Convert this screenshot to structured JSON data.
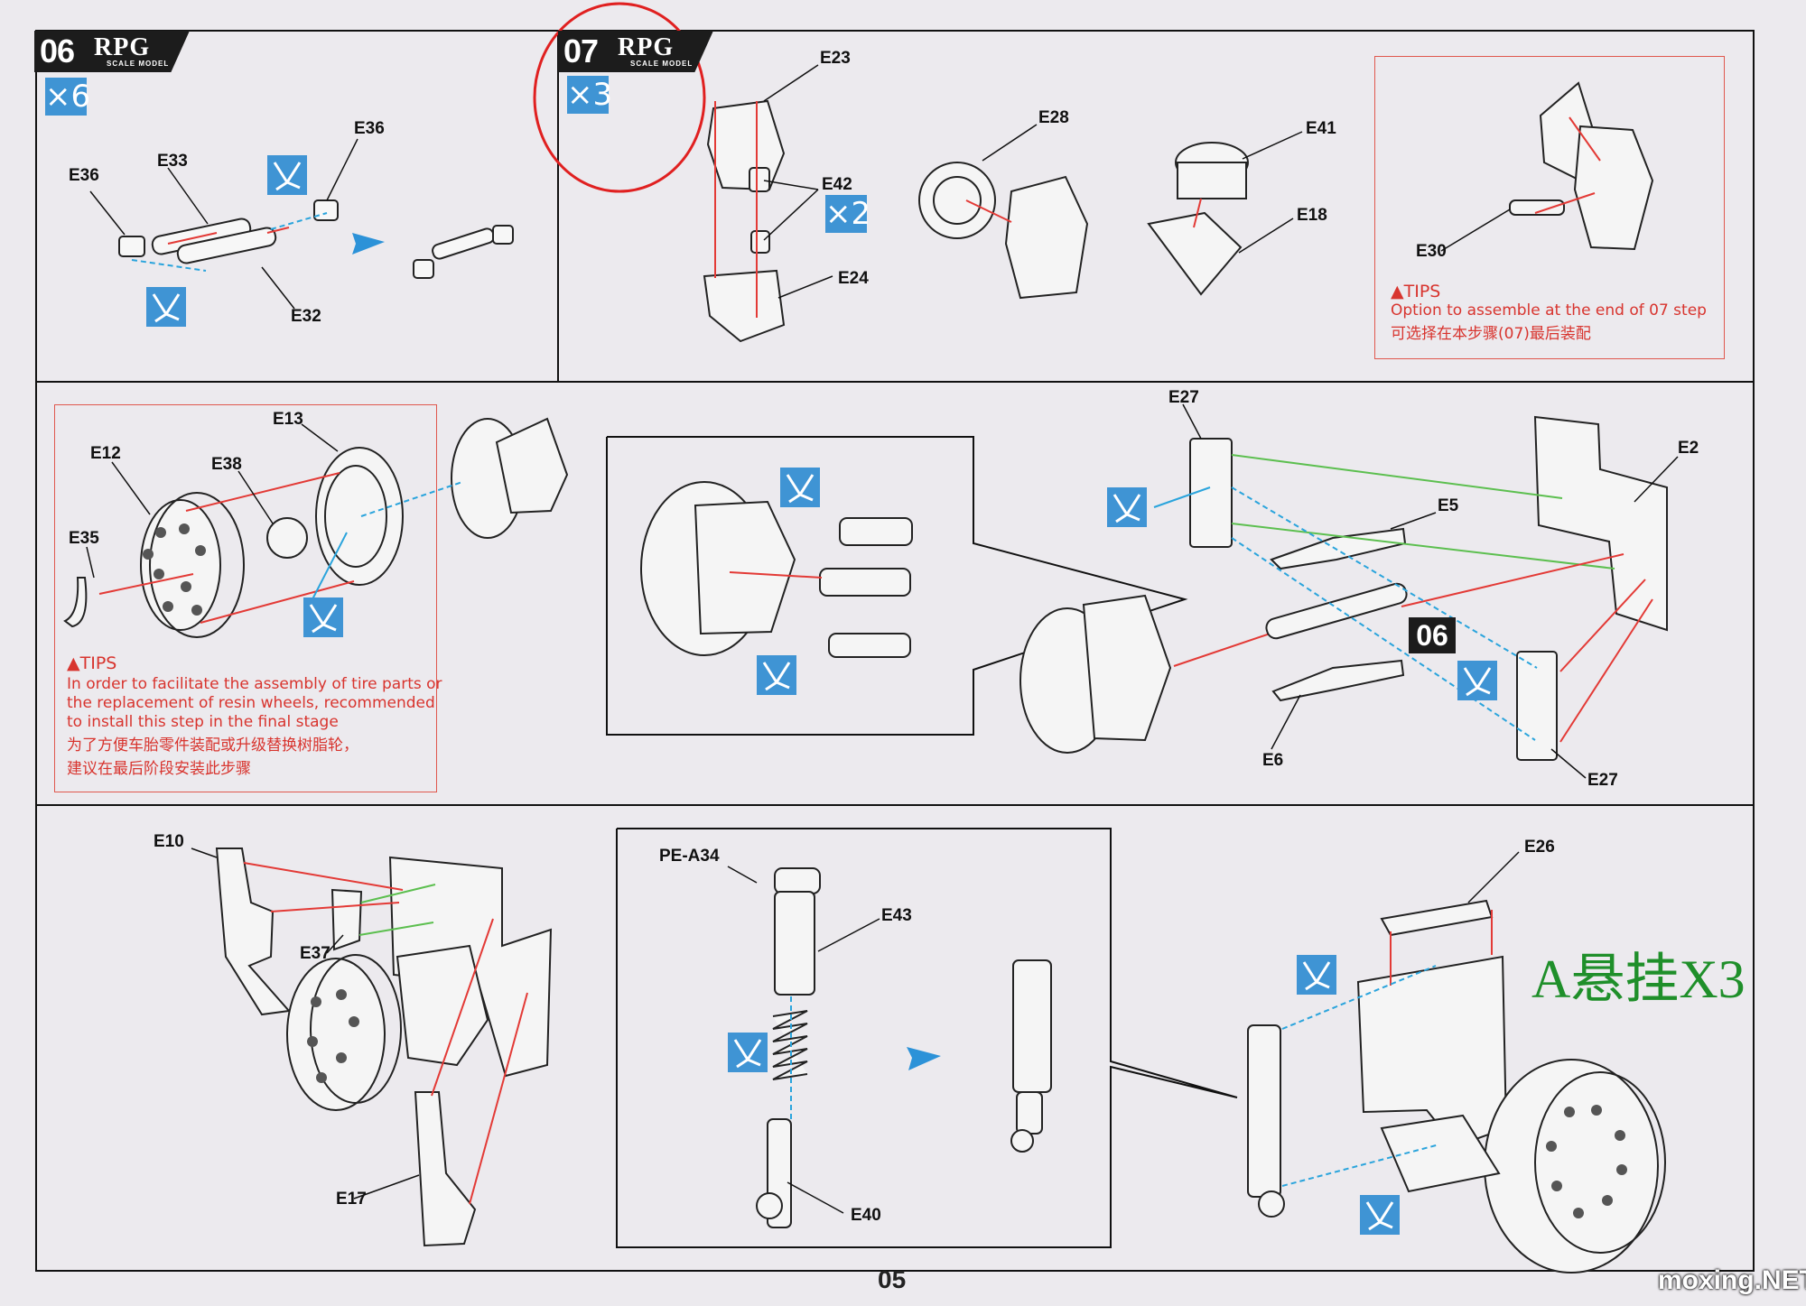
{
  "steps": {
    "step06": {
      "number": "06",
      "brand": "RPG",
      "brand_sub": "SCALE MODEL",
      "multiplier": "×6"
    },
    "step07": {
      "number": "07",
      "brand": "RPG",
      "brand_sub": "SCALE MODEL",
      "multiplier": "×3",
      "sub_multiplier": "×2"
    }
  },
  "part_labels": {
    "E36a": "E36",
    "E36b": "E36",
    "E33": "E33",
    "E32": "E32",
    "E23": "E23",
    "E42": "E42",
    "E24": "E24",
    "E28": "E28",
    "E41": "E41",
    "E18": "E18",
    "E30": "E30",
    "E13": "E13",
    "E12": "E12",
    "E38": "E38",
    "E35": "E35",
    "E27a": "E27",
    "E27b": "E27",
    "E2": "E2",
    "E5": "E5",
    "E6": "E6",
    "E10": "E10",
    "E37": "E37",
    "E17": "E17",
    "PEA34": "PE-A34",
    "E43": "E43",
    "E40": "E40",
    "E26": "E26"
  },
  "tips": {
    "tip1": {
      "title": "▲TIPS",
      "line1": "Option to assemble at the end of 07 step",
      "line2": "可选择在本步骤(07)最后装配"
    },
    "tip2": {
      "title": "▲TIPS",
      "line1": "In order to facilitate the assembly of tire parts or",
      "line2": "the replacement of resin wheels, recommended",
      "line3": "to install this step in the final stage",
      "line4": "为了方便车胎零件装配或升级替换树脂轮，",
      "line5": "建议在最后阶段安装此步骤"
    }
  },
  "reference_badge": "06",
  "page_number": "05",
  "annotation": "A悬挂X3",
  "watermark": "moxing.NET",
  "colors": {
    "glue_blue": "#3f94d4",
    "tip_red": "#d8342e",
    "note_green": "#1f8f2a",
    "arrow_red": "#e33a36",
    "arrow_green": "#5cbf4f",
    "arrow_cyan": "#2aa4dc"
  }
}
